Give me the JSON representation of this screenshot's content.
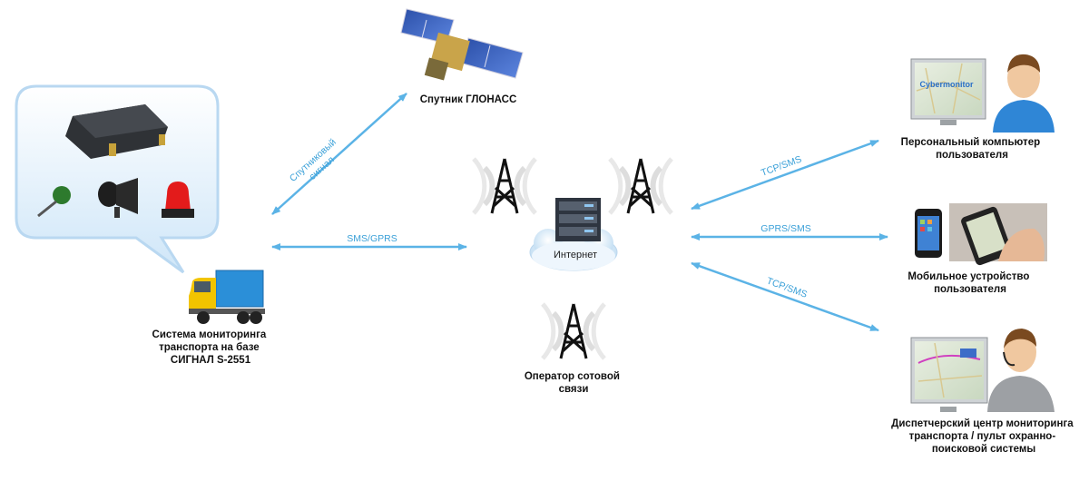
{
  "nodes": {
    "vehicle_system": [
      "Система мониторинга",
      "транспорта на базе",
      "СИГНАЛ S-2551"
    ],
    "satellite": [
      "Спутник ГЛОНАСС"
    ],
    "cell_operator": [
      "Оператор сотовой",
      "связи"
    ],
    "internet": "Интернет",
    "pc_user": [
      "Персональный компьютер",
      "пользователя"
    ],
    "mobile_user": [
      "Мобильное устройство",
      "пользователя"
    ],
    "dispatch_center": [
      "Диспетчерский центр мониторинга",
      "транспорта / пульт охранно-",
      "поисковой системы"
    ]
  },
  "links": {
    "satellite_signal": [
      "Спутниковый",
      "сигнал"
    ],
    "sms_gprs": "SMS/GPRS",
    "tcp_sms_pc": "TCP/SMS",
    "gprs_sms_mobile": "GPRS/SMS",
    "tcp_sms_dispatch": "TCP/SMS"
  },
  "screen_text": "Cybermonitor",
  "colors": {
    "arrow": "#5bb3e6",
    "bubble": "#d7ecfb",
    "truck_box": "#2b8fd8",
    "truck_cab": "#f2c400"
  }
}
